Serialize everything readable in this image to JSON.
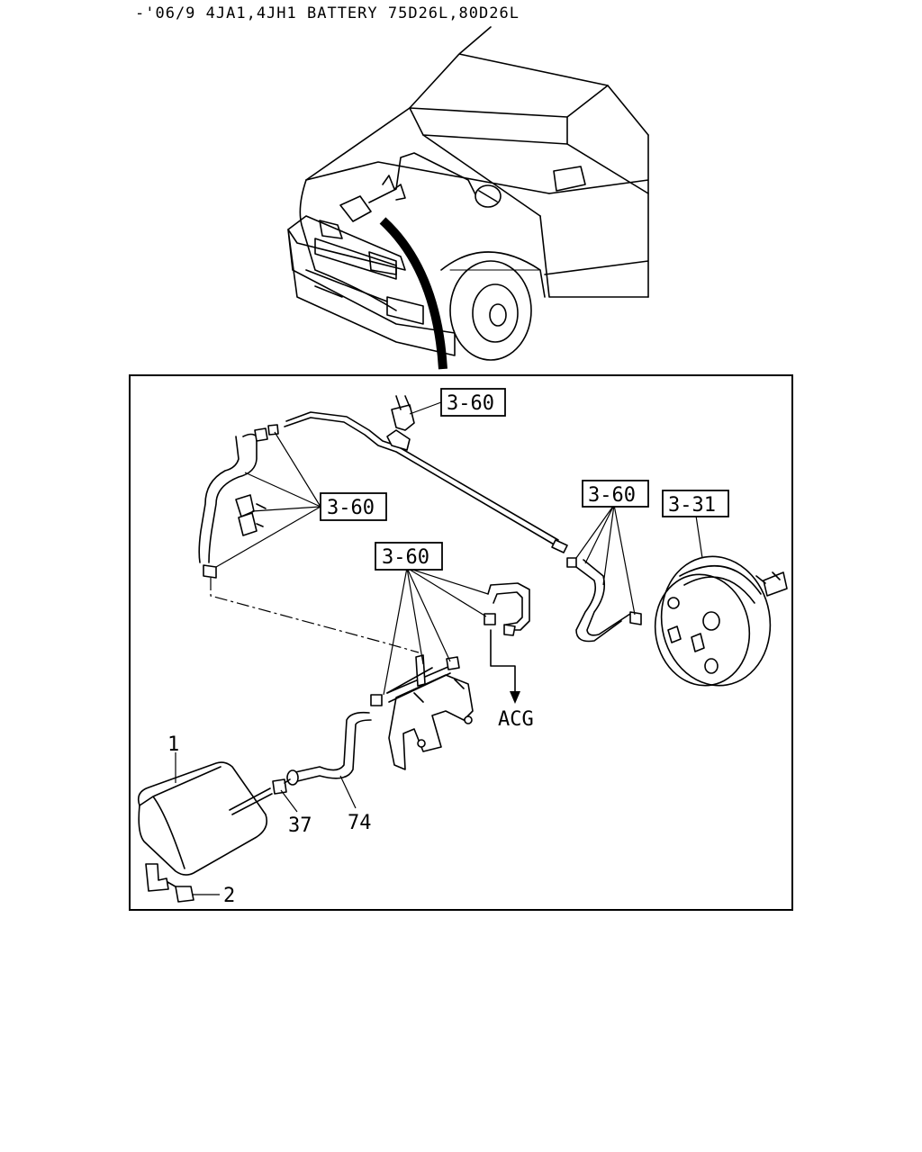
{
  "header": {
    "text": "-'06/9 4JA1,4JH1 BATTERY 75D26L,80D26L"
  },
  "callouts": {
    "clip_top": "3-60",
    "hose_left": "3-60",
    "center": "3-60",
    "right": "3-60",
    "booster": "3-31"
  },
  "parts": {
    "tank": "1",
    "bolt": "2",
    "clamp": "37",
    "hose": "74"
  },
  "destination": {
    "acg": "ACG"
  }
}
